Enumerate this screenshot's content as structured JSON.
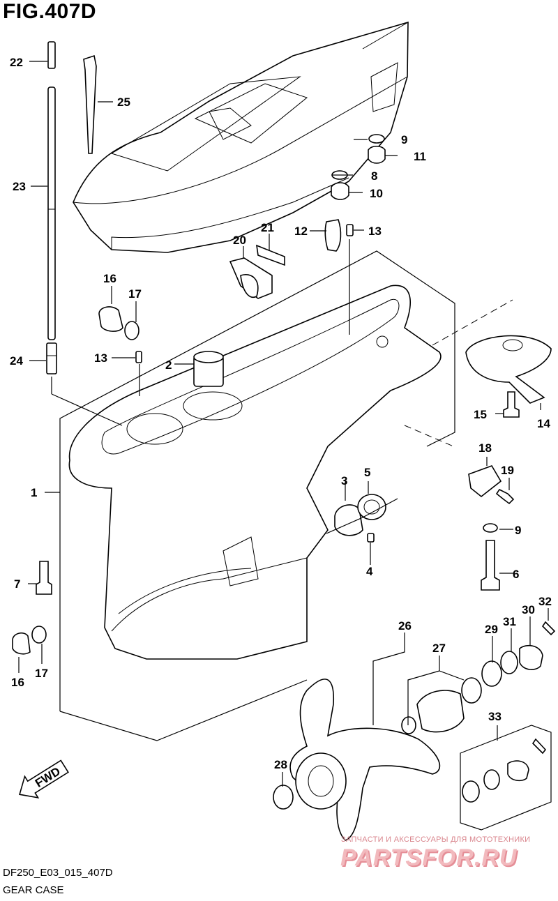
{
  "header": {
    "figure_title": "FIG.407D"
  },
  "footer": {
    "code": "DF250_E03_015_407D",
    "name": "GEAR CASE"
  },
  "direction_arrow": {
    "label": "FWD"
  },
  "watermark": {
    "tagline": "ЗАПЧАСТИ И АКСЕССУАРЫ ДЛЯ МОТОТЕХНИКИ",
    "logo": "PARTSFOR.RU"
  },
  "callouts": {
    "c1": "1",
    "c2": "2",
    "c3": "3",
    "c4": "4",
    "c5": "5",
    "c6": "6",
    "c7": "7",
    "c8": "8",
    "c9a": "9",
    "c9b": "9",
    "c10": "10",
    "c11": "11",
    "c12": "12",
    "c13a": "13",
    "c13b": "13",
    "c14": "14",
    "c15": "15",
    "c16a": "16",
    "c16b": "16",
    "c17a": "17",
    "c17b": "17",
    "c18": "18",
    "c19": "19",
    "c20": "20",
    "c21": "21",
    "c22": "22",
    "c23": "23",
    "c24": "24",
    "c25": "25",
    "c26": "26",
    "c27": "27",
    "c28": "28",
    "c29": "29",
    "c30": "30",
    "c31": "31",
    "c32": "32",
    "c33": "33"
  }
}
